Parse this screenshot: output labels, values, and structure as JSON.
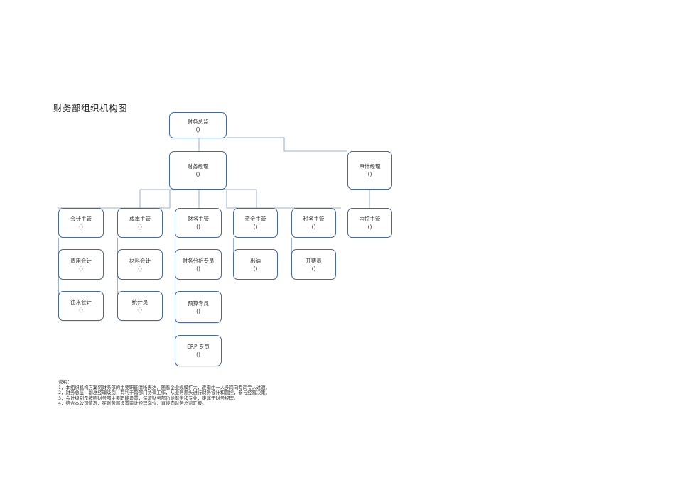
{
  "title": "财务部组织机构图",
  "colors": {
    "node_border": "#4a6a8e",
    "connector": "#9fb3c8",
    "background": "#ffffff"
  },
  "nodes": {
    "cfo": {
      "label": "财务总监",
      "sub": "()"
    },
    "finance_manager": {
      "label": "财务经理",
      "sub": "()"
    },
    "audit_manager": {
      "label": "审计经理",
      "sub": "()"
    },
    "accounting_supervisor": {
      "label": "会计主管",
      "sub": "()"
    },
    "cost_supervisor": {
      "label": "成本主管",
      "sub": "()"
    },
    "finance_supervisor": {
      "label": "财务主管",
      "sub": "()"
    },
    "treasury_supervisor": {
      "label": "资金主管",
      "sub": "()"
    },
    "tax_supervisor": {
      "label": "税务主管",
      "sub": "()"
    },
    "internal_control_supervisor": {
      "label": "内控主管",
      "sub": "()"
    },
    "expense_accountant": {
      "label": "费用会计",
      "sub": "()"
    },
    "ar_ap_accountant": {
      "label": "往来会计",
      "sub": "()"
    },
    "material_accountant": {
      "label": "材料会计",
      "sub": "()"
    },
    "statistician": {
      "label": "统计员",
      "sub": "()"
    },
    "financial_analyst": {
      "label": "财务分析专员",
      "sub": "()"
    },
    "budget_specialist": {
      "label": "预算专员",
      "sub": "()"
    },
    "erp_specialist": {
      "label": "ERP 专员",
      "sub": "()"
    },
    "cashier": {
      "label": "出纳",
      "sub": "()"
    },
    "invoice_clerk": {
      "label": "开票员",
      "sub": "()"
    }
  },
  "notes": {
    "heading": "说明：",
    "items": [
      "1，本组织机构方案将财务部的主要职能清晰表达，随着企业规模扩大，逐渐由一人多岗向专岗专人过渡。",
      "2，财务总监：副总经理级别，有利于跨部门协调工作，从业务源头进行财务设计和管控，参与经营决策。",
      "3，会计级别是按照财务部主要职能设置，保证财务部功能健全和专业，隶属于财务经理。",
      "4，结合本公司情况，在财务部设置审计经理岗位，直接向财务总监汇报。"
    ]
  }
}
